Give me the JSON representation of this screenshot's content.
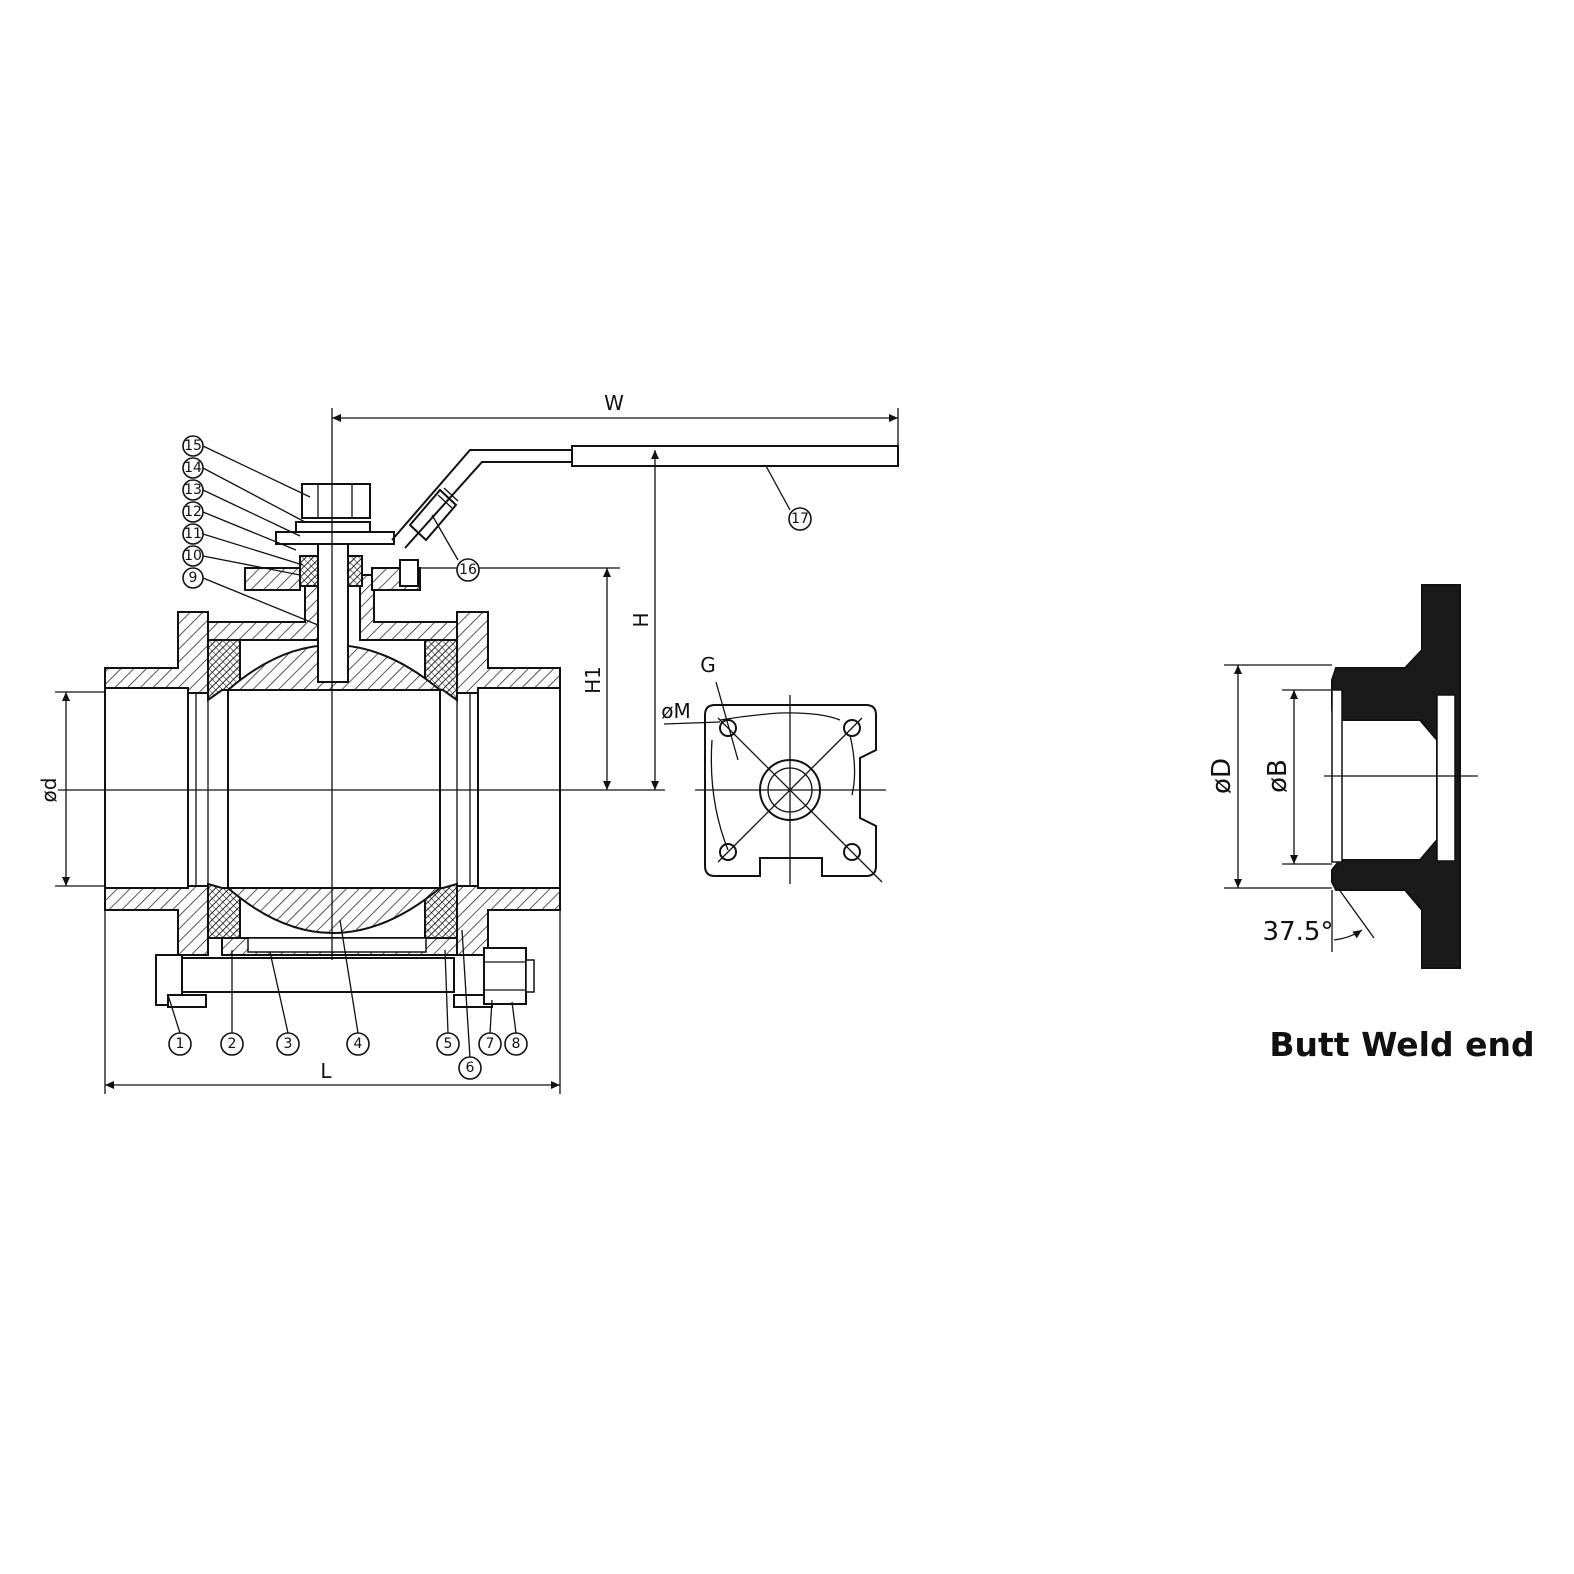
{
  "dimensions": {
    "W": "W",
    "H": "H",
    "H1": "H1",
    "L": "L",
    "d": "ød",
    "G": "G",
    "M": "øM",
    "D": "øD",
    "B": "øB",
    "angle": "37.5°"
  },
  "part_numbers": [
    "1",
    "2",
    "3",
    "4",
    "5",
    "6",
    "7",
    "8",
    "9",
    "10",
    "11",
    "12",
    "13",
    "14",
    "15",
    "16",
    "17"
  ],
  "detail_title": "Butt Weld end"
}
